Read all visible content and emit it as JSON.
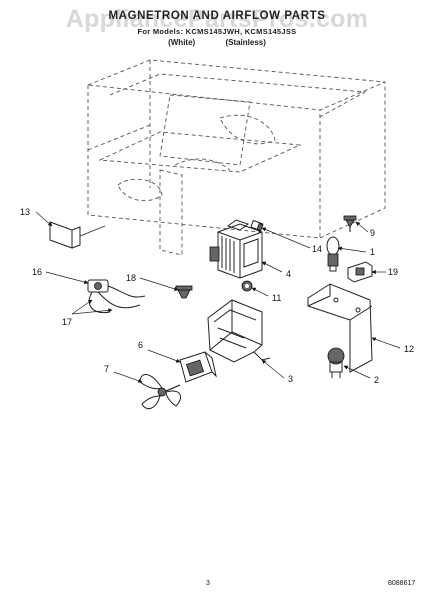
{
  "header": {
    "title": "MAGNETRON AND AIRFLOW PARTS",
    "models_line": "For Models: KCMS145JWH, KCMS145JSS",
    "variant_white": "(White)",
    "variant_stainless": "(Stainless)",
    "watermark": "AppliancePartsPros.com"
  },
  "callouts": {
    "c1": "1",
    "c2": "2",
    "c3": "3",
    "c4": "4",
    "c6": "6",
    "c7": "7",
    "c9": "9",
    "c11": "11",
    "c12": "12",
    "c13": "13",
    "c14": "14",
    "c16": "16",
    "c17": "17",
    "c18": "18",
    "c19": "19"
  },
  "footer": {
    "page_number": "3",
    "doc_number": "8088617"
  }
}
